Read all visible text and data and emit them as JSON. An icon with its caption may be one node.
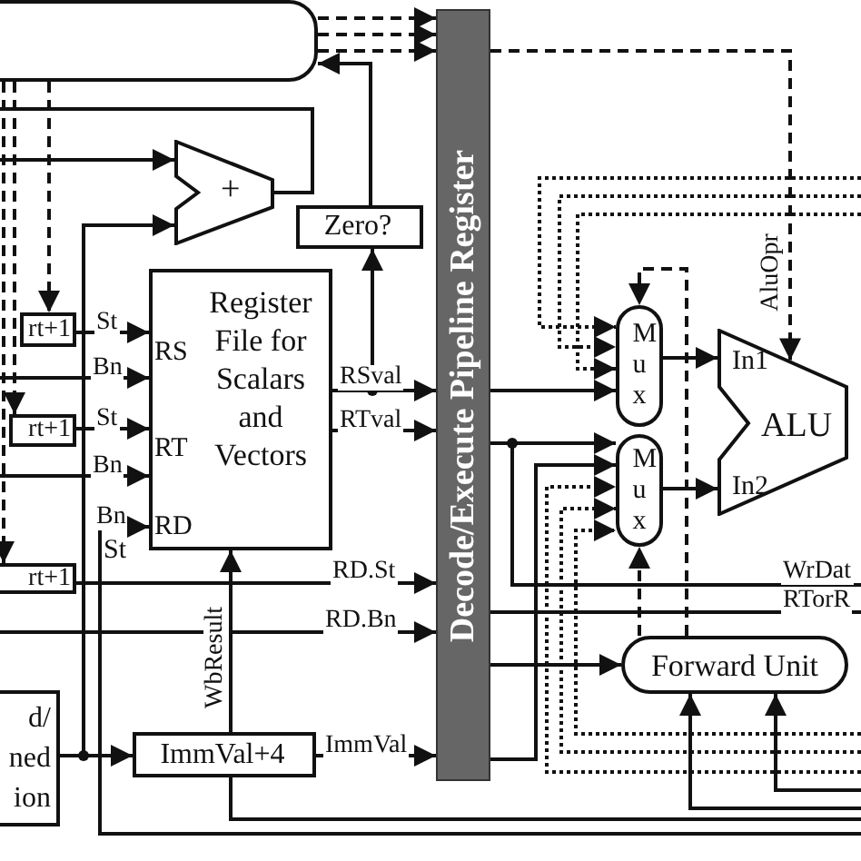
{
  "diagram": {
    "nodes": [
      {
        "text": [],
        "shape": "box"
      },
      {
        "text": [
          "+"
        ]
      },
      {
        "text": [
          "Zero?"
        ]
      },
      {
        "text": [
          "Register File for Scalars and Vectors"
        ]
      },
      {
        "text": [
          "rt+1"
        ]
      },
      {
        "text": [
          "rt+1"
        ]
      },
      {
        "text": [
          "rt+1"
        ]
      },
      {
        "text": [
          "d/ ned ion"
        ]
      },
      {
        "text": [
          "ImmVal+4"
        ]
      },
      {
        "text": [
          "Decode/Execute Pipeline Register"
        ]
      },
      {
        "text": [
          "Mux"
        ]
      },
      {
        "text": [
          "Mux"
        ]
      },
      {
        "text": [
          "In1",
          "ALU",
          "In2"
        ]
      },
      {
        "text": [
          "Forward Unit"
        ]
      }
    ],
    "edges": [
      {
        "from": 0,
        "to": 4,
        "arrow": "to",
        "style": "dashed"
      },
      {
        "from": 0,
        "to": 5,
        "arrow": "to",
        "style": "dashed"
      },
      {
        "from": 0,
        "to": 6,
        "arrow": "to",
        "style": "dashed"
      },
      {
        "from": 0,
        "to": 9,
        "arrow": "to",
        "style": "dashed"
      },
      {
        "from": 0,
        "to": 9,
        "arrow": "to",
        "style": "dashed"
      },
      {
        "from": 0,
        "to": 9,
        "arrow": "to",
        "style": "dashed"
      },
      {
        "from": 2,
        "to": 0,
        "arrow": "to"
      },
      {
        "from": 3,
        "to": 2,
        "arrow": "to"
      },
      {
        "from": 1,
        "to": null,
        "arrow": "none"
      },
      {
        "from": null,
        "to": 1,
        "arrow": "to"
      },
      {
        "from": 7,
        "to": 1,
        "arrow": "to"
      },
      {
        "from": 4,
        "to": 3,
        "arrow": "to",
        "label": "St"
      },
      {
        "from": null,
        "to": 3,
        "arrow": "to",
        "label": "Bn"
      },
      {
        "from": 5,
        "to": 3,
        "arrow": "to",
        "label": "St"
      },
      {
        "from": null,
        "to": 3,
        "arrow": "to",
        "label": "Bn"
      },
      {
        "from": null,
        "to": 3,
        "arrow": "to",
        "label": "Bn"
      },
      {
        "from": 3,
        "to": 9,
        "arrow": "to",
        "label": "RSval"
      },
      {
        "from": 3,
        "to": 9,
        "arrow": "to",
        "label": "RTval"
      },
      {
        "from": 6,
        "to": 9,
        "arrow": "to",
        "label": "RD.St"
      },
      {
        "from": null,
        "to": 9,
        "arrow": "to",
        "label": "RD.Bn"
      },
      {
        "from": 8,
        "to": 3,
        "arrow": "to",
        "label": "WbResult"
      },
      {
        "from": 8,
        "to": 9,
        "arrow": "to",
        "label": "ImmVal"
      },
      {
        "from": 8,
        "to": null,
        "arrow": "none"
      },
      {
        "from": 7,
        "to": 8,
        "arrow": "to"
      },
      {
        "from": 9,
        "to": 10,
        "arrow": "to"
      },
      {
        "from": 9,
        "to": 11,
        "arrow": "to"
      },
      {
        "from": 9,
        "to": null,
        "arrow": "none",
        "label": "WrDat"
      },
      {
        "from": 9,
        "to": null,
        "arrow": "none",
        "label": "RTorR"
      },
      {
        "from": 9,
        "to": 13,
        "arrow": "to"
      },
      {
        "from": 9,
        "to": 11,
        "arrow": "to"
      },
      {
        "from": 10,
        "to": 12,
        "arrow": "to"
      },
      {
        "from": 11,
        "to": 12,
        "arrow": "to"
      },
      {
        "from": 13,
        "to": 11,
        "arrow": "to",
        "style": "dashed"
      },
      {
        "from": 13,
        "to": 10,
        "arrow": "to",
        "style": "dashed"
      },
      {
        "from": 9,
        "to": 12,
        "arrow": "to",
        "style": "dashed",
        "label": "AluOpr"
      },
      {
        "from": null,
        "to": 10,
        "arrow": "to",
        "style": "dashed"
      },
      {
        "from": null,
        "to": 10,
        "arrow": "to",
        "style": "dashed"
      },
      {
        "from": null,
        "to": 10,
        "arrow": "to",
        "style": "dashed"
      },
      {
        "from": null,
        "to": 11,
        "arrow": "to",
        "style": "dashed"
      },
      {
        "from": null,
        "to": 11,
        "arrow": "to",
        "style": "dashed"
      },
      {
        "from": null,
        "to": 11,
        "arrow": "to",
        "style": "dashed"
      },
      {
        "from": null,
        "to": 13,
        "arrow": "to"
      },
      {
        "from": null,
        "to": 13,
        "arrow": "to"
      }
    ],
    "labels": [
      "RS",
      "RT",
      "RD",
      "St"
    ]
  }
}
